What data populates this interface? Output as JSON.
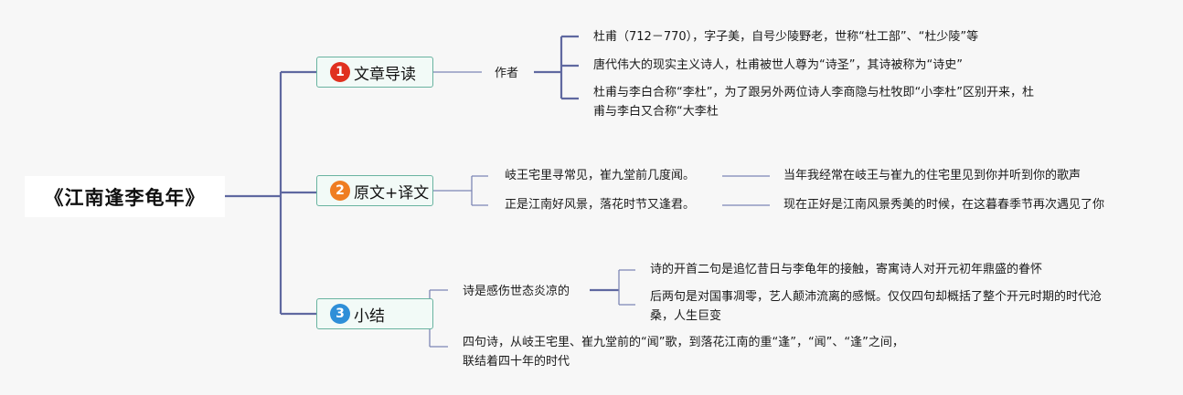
{
  "root": {
    "title": "《江南逢李龟年》"
  },
  "branches": [
    {
      "number": "1",
      "badge_color": "#e0311f",
      "label": "文章导读",
      "sub": {
        "label": "作者",
        "items": [
          "杜甫（712－770），字子美，自号少陵野老，世称“杜工部”、“杜少陵”等",
          "唐代伟大的现实主义诗人，杜甫被世人尊为“诗圣”，其诗被称为“诗史”",
          "杜甫与李白合称“李杜”，为了跟另外两位诗人李商隐与杜牧即“小李杜”区别开来，杜甫与李白又合称“大李杜"
        ]
      }
    },
    {
      "number": "2",
      "badge_color": "#ef7d22",
      "label": "原文+译文",
      "lines": [
        {
          "text": "岐王宅里寻常见，崔九堂前几度闻。",
          "translation": "当年我经常在岐王与崔九的住宅里见到你并听到你的歌声"
        },
        {
          "text": "正是江南好风景，落花时节又逢君。",
          "translation": "现在正好是江南风景秀美的时候，在这暮春季节再次遇见了你"
        }
      ]
    },
    {
      "number": "3",
      "badge_color": "#2e8fd8",
      "label": "小结",
      "items": [
        {
          "label": "诗是感伤世态炎凉的",
          "details": [
            "诗的开首二句是追忆昔日与李龟年的接触，寄寓诗人对开元初年鼎盛的眷怀",
            "后两句是对国事凋零，艺人颠沛流离的感慨。仅仅四句却概括了整个开元时期的时代沧桑，人生巨变"
          ]
        },
        {
          "label": "四句诗，从岐王宅里、崔九堂前的“闻”歌，到落花江南的重“逢”，“闻”、“逢”之间，联结着四十年的时代"
        }
      ]
    }
  ]
}
